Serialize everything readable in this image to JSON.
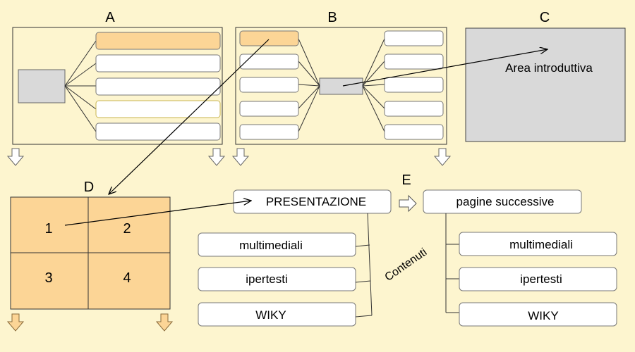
{
  "panels": {
    "a": {
      "label": "A"
    },
    "b": {
      "label": "B"
    },
    "c": {
      "label": "C",
      "text": "Area introduttiva"
    },
    "d": {
      "label": "D",
      "cells": [
        "1",
        "2",
        "3",
        "4"
      ]
    },
    "e": {
      "label": "E"
    }
  },
  "presentation": {
    "title": "PRESENTAZIONE",
    "items": [
      "multimediali",
      "ipertesti",
      "WIKY"
    ]
  },
  "next_pages": {
    "title": "pagine successive",
    "items": [
      "multimediali",
      "ipertesti",
      "WIKY"
    ]
  },
  "contents_label": "Contenuti",
  "colors": {
    "background": "#fdf5cf",
    "orange": "#fcd596",
    "grey": "#d9d9d9",
    "line": "#3a3a3a"
  }
}
